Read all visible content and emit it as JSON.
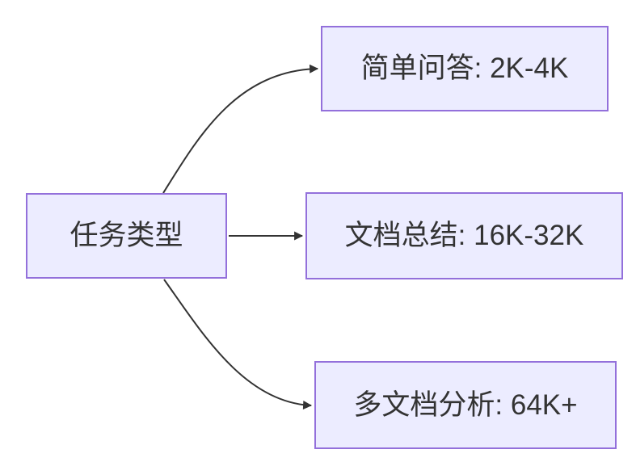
{
  "diagram": {
    "type": "flowchart",
    "direction": "left-to-right",
    "root": {
      "label": "任务类型"
    },
    "branches": [
      {
        "label": "简单问答: 2K-4K"
      },
      {
        "label": "文档总结: 16K-32K"
      },
      {
        "label": "多文档分析: 64K+"
      }
    ],
    "edges": [
      {
        "from": "任务类型",
        "to": "简单问答: 2K-4K"
      },
      {
        "from": "任务类型",
        "to": "文档总结: 16K-32K"
      },
      {
        "from": "任务类型",
        "to": "多文档分析: 64K+"
      }
    ],
    "colors": {
      "node_fill": "#ECECFF",
      "node_border": "#9370DB",
      "arrow": "#333333",
      "text": "#333333",
      "background": "#FFFFFF"
    }
  }
}
